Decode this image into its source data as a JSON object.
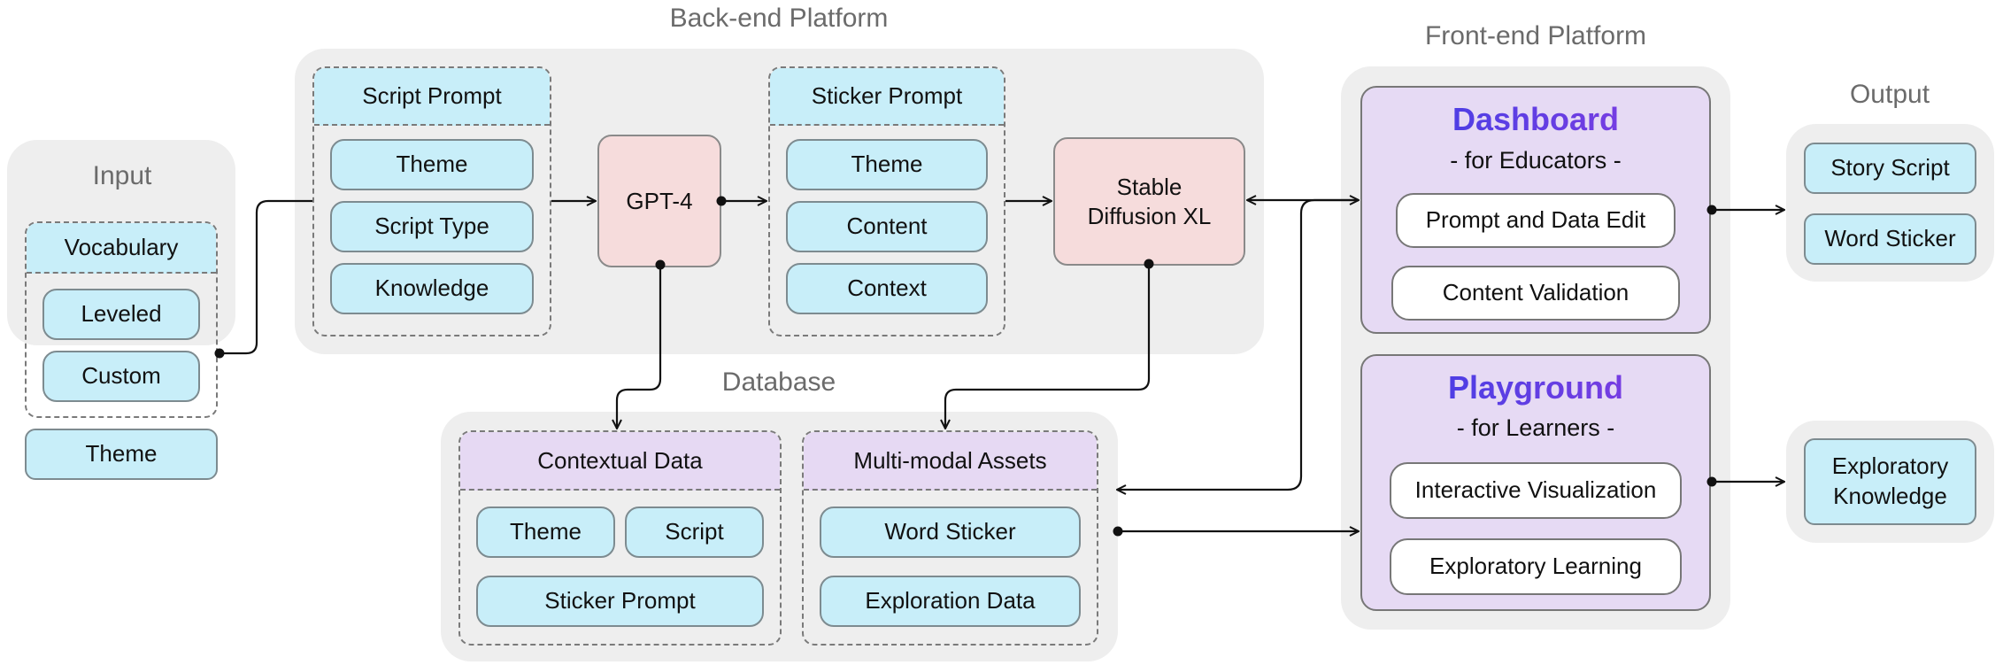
{
  "input": {
    "title": "Input",
    "vocabulary": {
      "label": "Vocabulary",
      "items": [
        "Leveled",
        "Custom"
      ]
    },
    "theme": "Theme"
  },
  "backend": {
    "title": "Back-end Platform",
    "script_prompt": {
      "label": "Script Prompt",
      "items": [
        "Theme",
        "Script Type",
        "Knowledge"
      ]
    },
    "gpt4": "GPT-4",
    "sticker_prompt": {
      "label": "Sticker Prompt",
      "items": [
        "Theme",
        "Content",
        "Context"
      ]
    },
    "stable_diffusion": [
      "Stable",
      "Diffusion XL"
    ]
  },
  "database": {
    "title": "Database",
    "contextual_data": {
      "label": "Contextual Data",
      "items": [
        "Theme",
        "Script",
        "Sticker Prompt"
      ]
    },
    "multimodal_assets": {
      "label": "Multi-modal Assets",
      "items": [
        "Word Sticker",
        "Exploration Data"
      ]
    }
  },
  "frontend": {
    "title": "Front-end Platform",
    "dashboard": {
      "title": "Dashboard",
      "subtitle": "- for Educators -",
      "items": [
        "Prompt and Data Edit",
        "Content Validation"
      ]
    },
    "playground": {
      "title": "Playground",
      "subtitle": "- for Learners -",
      "items": [
        "Interactive Visualization",
        "Exploratory Learning"
      ]
    }
  },
  "output": {
    "title": "Output",
    "items": [
      "Story Script",
      "Word Sticker"
    ],
    "exploratory": [
      "Exploratory",
      "Knowledge"
    ]
  },
  "colors": {
    "region_bg": "#eeeeee",
    "cyan_node": "#c8eef9",
    "model_node": "#f6dcdc",
    "panel_purple": "#e6daf4",
    "title_gradient_start": "#3a3ee6",
    "title_gradient_end": "#8a3de0"
  }
}
